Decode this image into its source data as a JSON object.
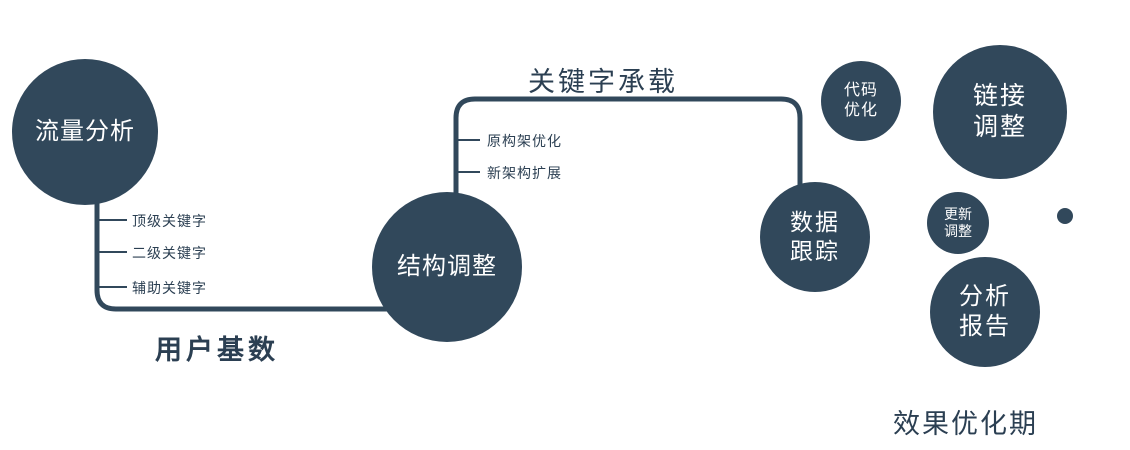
{
  "theme": {
    "node_color": "#31485b",
    "line_color": "#31485b",
    "node_text_color": "#ffffff",
    "label_color": "#2b3f52",
    "background": "#ffffff"
  },
  "nodes": {
    "traffic_analysis": {
      "label": "流量分析"
    },
    "structure_adjust": {
      "label": "结构调整"
    },
    "data_tracking": {
      "line1": "数据",
      "line2": "跟踪"
    },
    "code_optimization": {
      "line1": "代码",
      "line2": "优化"
    },
    "link_adjustment": {
      "line1": "链接",
      "line2": "调整"
    },
    "update_adjustment": {
      "line1": "更新",
      "line2": "调整"
    },
    "analysis_report": {
      "line1": "分析",
      "line2": "报告"
    }
  },
  "edges": {
    "user_base_label": "用户基数",
    "keyword_ticks": [
      "顶级关键字",
      "二级关键字",
      "辅助关键字"
    ],
    "keyword_carry_label": "关键字承载",
    "structure_ticks": [
      "原构架优化",
      "新架构扩展"
    ]
  },
  "captions": {
    "stage_label": "效果优化期"
  }
}
